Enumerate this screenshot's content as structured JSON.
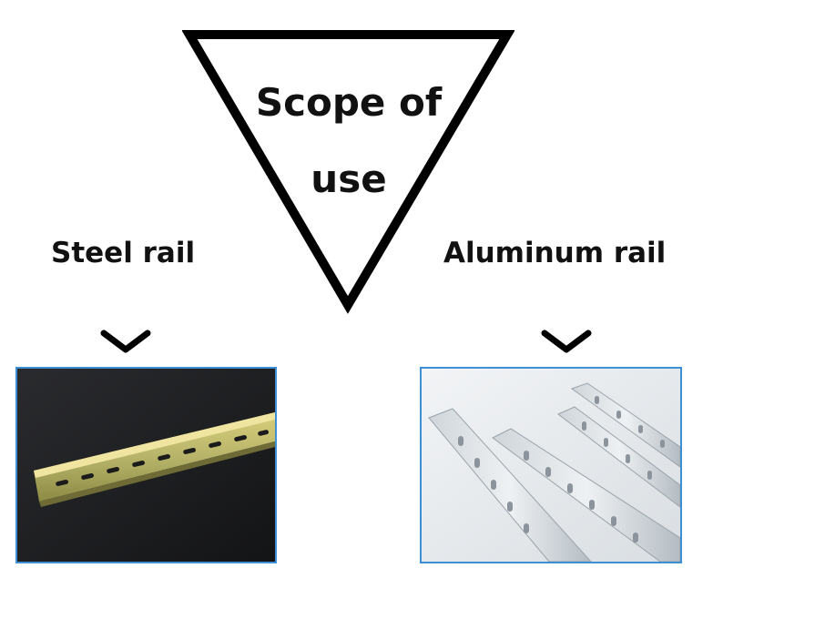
{
  "center": {
    "line1": "Scope of",
    "line2": "use"
  },
  "left": {
    "label": "Steel rail",
    "image_desc": "Yellow zinc-plated steel DIN rail with slotted holes on black background"
  },
  "right": {
    "label": "Aluminum rail",
    "image_desc": "Several silver aluminum DIN rails with slotted holes on light background"
  },
  "icons": {
    "pointer": "chevron-down-icon"
  },
  "colors": {
    "text": "#111111",
    "photo_border": "#3d8fd6"
  }
}
